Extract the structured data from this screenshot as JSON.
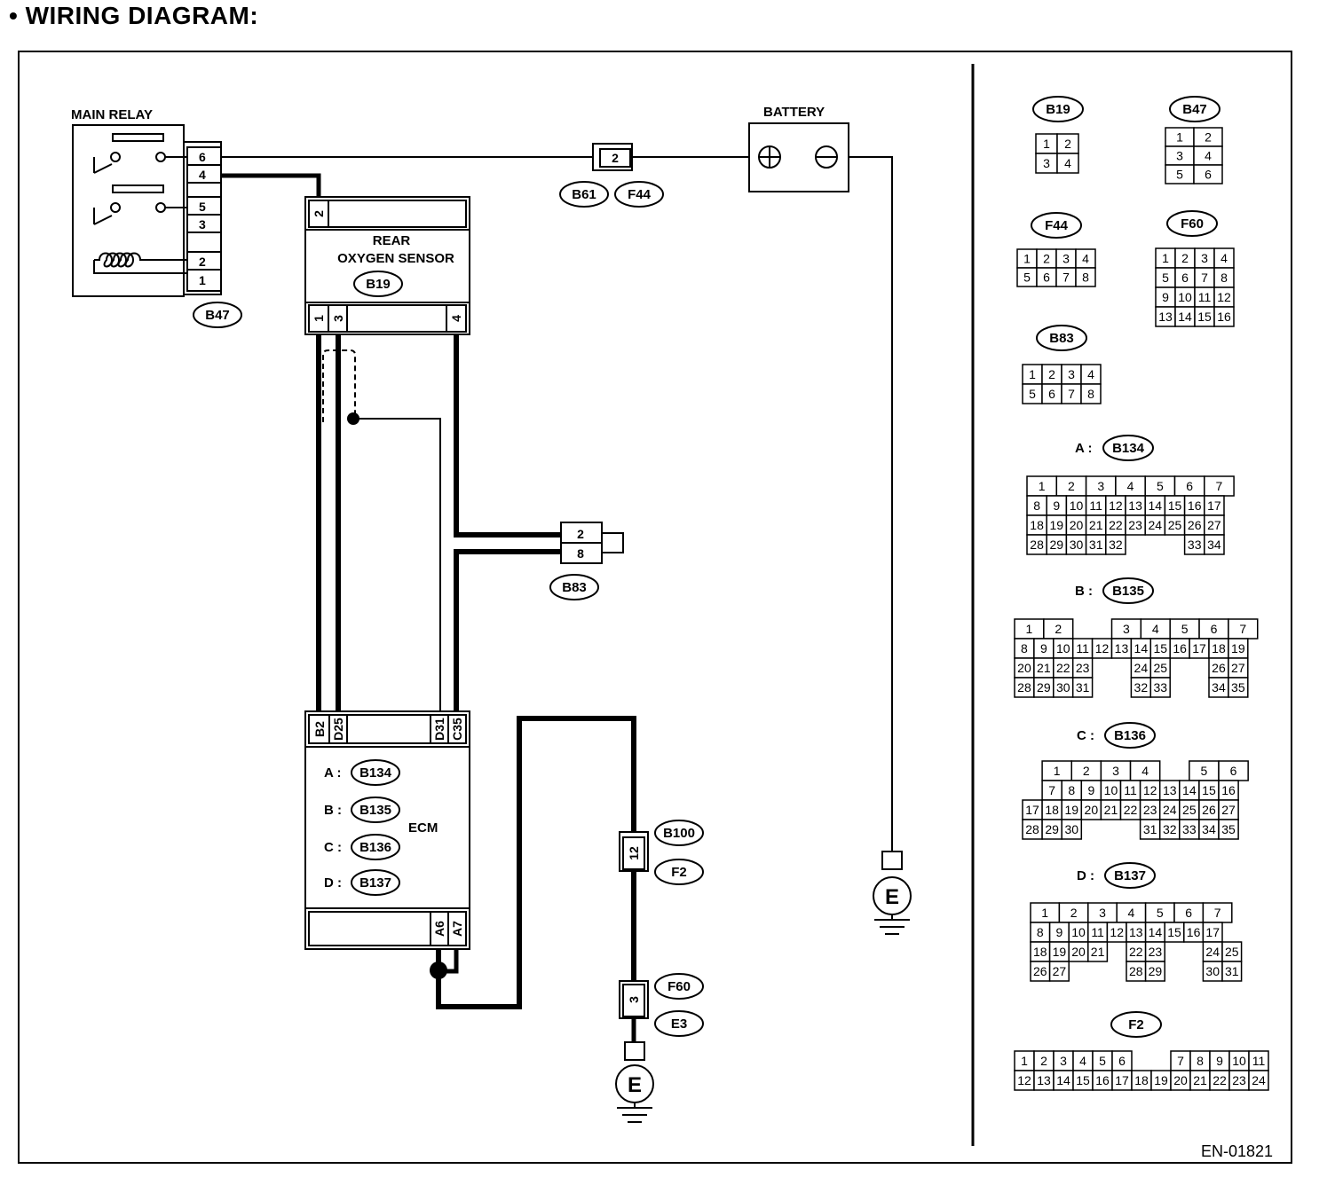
{
  "title": "•  WIRING DIAGRAM:",
  "figure_code": "EN-01821",
  "components": {
    "main_relay": {
      "label": "MAIN RELAY",
      "connector": "B47",
      "pins": [
        "6",
        "4",
        "5",
        "3",
        "2",
        "1"
      ]
    },
    "battery": {
      "label": "BATTERY"
    },
    "rear_oxygen_sensor": {
      "label_line1": "REAR",
      "label_line2": "OXYGEN SENSOR",
      "connector": "B19",
      "pins_top": [
        "2"
      ],
      "pins_bottom": [
        "1",
        "3",
        "4"
      ]
    },
    "ecm": {
      "label": "ECM",
      "connectors": [
        {
          "prefix": "A :",
          "name": "B134"
        },
        {
          "prefix": "B :",
          "name": "B135"
        },
        {
          "prefix": "C :",
          "name": "B136"
        },
        {
          "prefix": "D :",
          "name": "B137"
        }
      ],
      "pins_top": [
        "B2",
        "D25",
        "D31",
        "C35"
      ],
      "pins_bottom": [
        "A6",
        "A7"
      ]
    },
    "fuse_joint": {
      "pin": "2",
      "connectors": [
        "B61",
        "F44"
      ]
    },
    "b83_joint": {
      "pins": [
        "2",
        "8"
      ],
      "connector": "B83"
    },
    "b100_joint": {
      "pin": "12",
      "connectors": [
        "B100",
        "F2"
      ]
    },
    "f60_joint": {
      "pin": "3",
      "connectors": [
        "F60",
        "E3"
      ]
    },
    "ground_symbol": "E"
  },
  "connector_views": [
    {
      "name": "B19",
      "rows": [
        [
          "1",
          "2"
        ],
        [
          "3",
          "4"
        ]
      ]
    },
    {
      "name": "B47",
      "rows": [
        [
          "1",
          "2"
        ],
        [
          "3",
          "4"
        ],
        [
          "5",
          "6"
        ]
      ]
    },
    {
      "name": "F44",
      "rows": [
        [
          "1",
          "2",
          "3",
          "4"
        ],
        [
          "5",
          "6",
          "7",
          "8"
        ]
      ]
    },
    {
      "name": "F60",
      "rows": [
        [
          "1",
          "2",
          "3",
          "4"
        ],
        [
          "5",
          "6",
          "7",
          "8"
        ],
        [
          "9",
          "10",
          "11",
          "12"
        ],
        [
          "13",
          "14",
          "15",
          "16"
        ]
      ]
    },
    {
      "name": "B83",
      "rows": [
        [
          "1",
          "2",
          "3",
          "4"
        ],
        [
          "5",
          "6",
          "7",
          "8"
        ]
      ]
    },
    {
      "prefix": "A :",
      "name": "B134",
      "rows": [
        [
          "1",
          "2",
          "3",
          "4",
          "5",
          "6",
          "7"
        ],
        [
          "8",
          "9",
          "10",
          "11",
          "12",
          "13",
          "14",
          "15",
          "16",
          "17"
        ],
        [
          "18",
          "19",
          "20",
          "21",
          "22",
          "23",
          "24",
          "25",
          "26",
          "27"
        ],
        [
          "28",
          "29",
          "30",
          "31",
          "32",
          "33",
          "34"
        ]
      ]
    },
    {
      "prefix": "B :",
      "name": "B135",
      "rows": [
        [
          "1",
          "2",
          "3",
          "4",
          "5",
          "6",
          "7"
        ],
        [
          "8",
          "9",
          "10",
          "11",
          "12",
          "13",
          "14",
          "15",
          "16",
          "17",
          "18",
          "19"
        ],
        [
          "20",
          "21",
          "22",
          "23",
          "24",
          "25",
          "26",
          "27"
        ],
        [
          "28",
          "29",
          "30",
          "31",
          "32",
          "33",
          "34",
          "35"
        ]
      ]
    },
    {
      "prefix": "C :",
      "name": "B136",
      "rows": [
        [
          "1",
          "2",
          "3",
          "4",
          "5",
          "6"
        ],
        [
          "7",
          "8",
          "9",
          "10",
          "11",
          "12",
          "13",
          "14",
          "15",
          "16"
        ],
        [
          "17",
          "18",
          "19",
          "20",
          "21",
          "22",
          "23",
          "24",
          "25",
          "26",
          "27"
        ],
        [
          "28",
          "29",
          "30",
          "31",
          "32",
          "33",
          "34",
          "35"
        ]
      ]
    },
    {
      "prefix": "D :",
      "name": "B137",
      "rows": [
        [
          "1",
          "2",
          "3",
          "4",
          "5",
          "6",
          "7"
        ],
        [
          "8",
          "9",
          "10",
          "11",
          "12",
          "13",
          "14",
          "15",
          "16",
          "17"
        ],
        [
          "18",
          "19",
          "20",
          "21",
          "22",
          "23",
          "24",
          "25"
        ],
        [
          "26",
          "27",
          "28",
          "29",
          "30",
          "31"
        ]
      ]
    },
    {
      "name": "F2",
      "rows": [
        [
          "1",
          "2",
          "3",
          "4",
          "5",
          "6",
          "7",
          "8",
          "9",
          "10",
          "11"
        ],
        [
          "12",
          "13",
          "14",
          "15",
          "16",
          "17",
          "18",
          "19",
          "20",
          "21",
          "22",
          "23",
          "24"
        ]
      ]
    }
  ]
}
